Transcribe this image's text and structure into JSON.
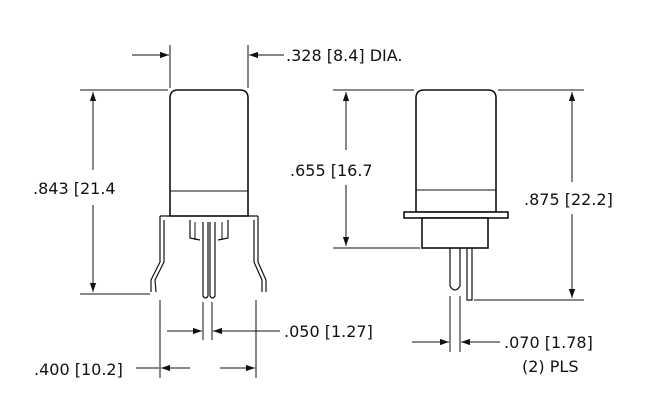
{
  "dimensions": {
    "diameter": ".328 [8.4] DIA.",
    "left_height": ".843 [21.4",
    "right_inner_height": ".655 [16.7",
    "right_total_height": ".875 [22.2]",
    "pin_width": ".050 [1.27]",
    "overall_width": ".400 [10.2]",
    "right_pin_width": ".070 [1.78]",
    "places_note": "(2) PLS"
  }
}
